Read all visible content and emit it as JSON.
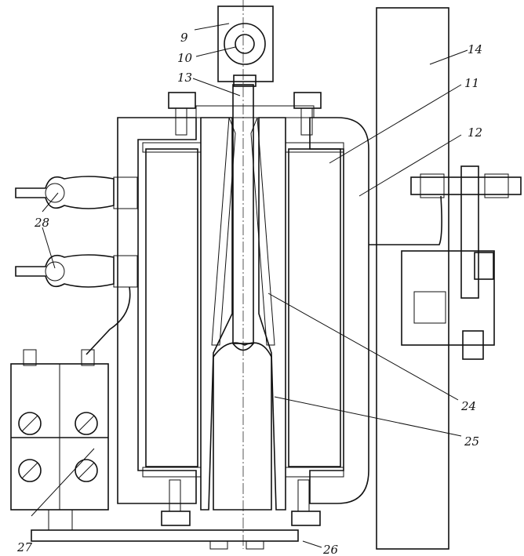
{
  "figure": {
    "labels": {
      "l9": "9",
      "l10": "10",
      "l13": "13",
      "l14": "14",
      "l11": "11",
      "l12": "12",
      "l28": "28",
      "l24": "24",
      "l25": "25",
      "l27": "27",
      "l26": "26"
    }
  },
  "colors": {
    "ink": "#111111",
    "paper": "#ffffff"
  }
}
